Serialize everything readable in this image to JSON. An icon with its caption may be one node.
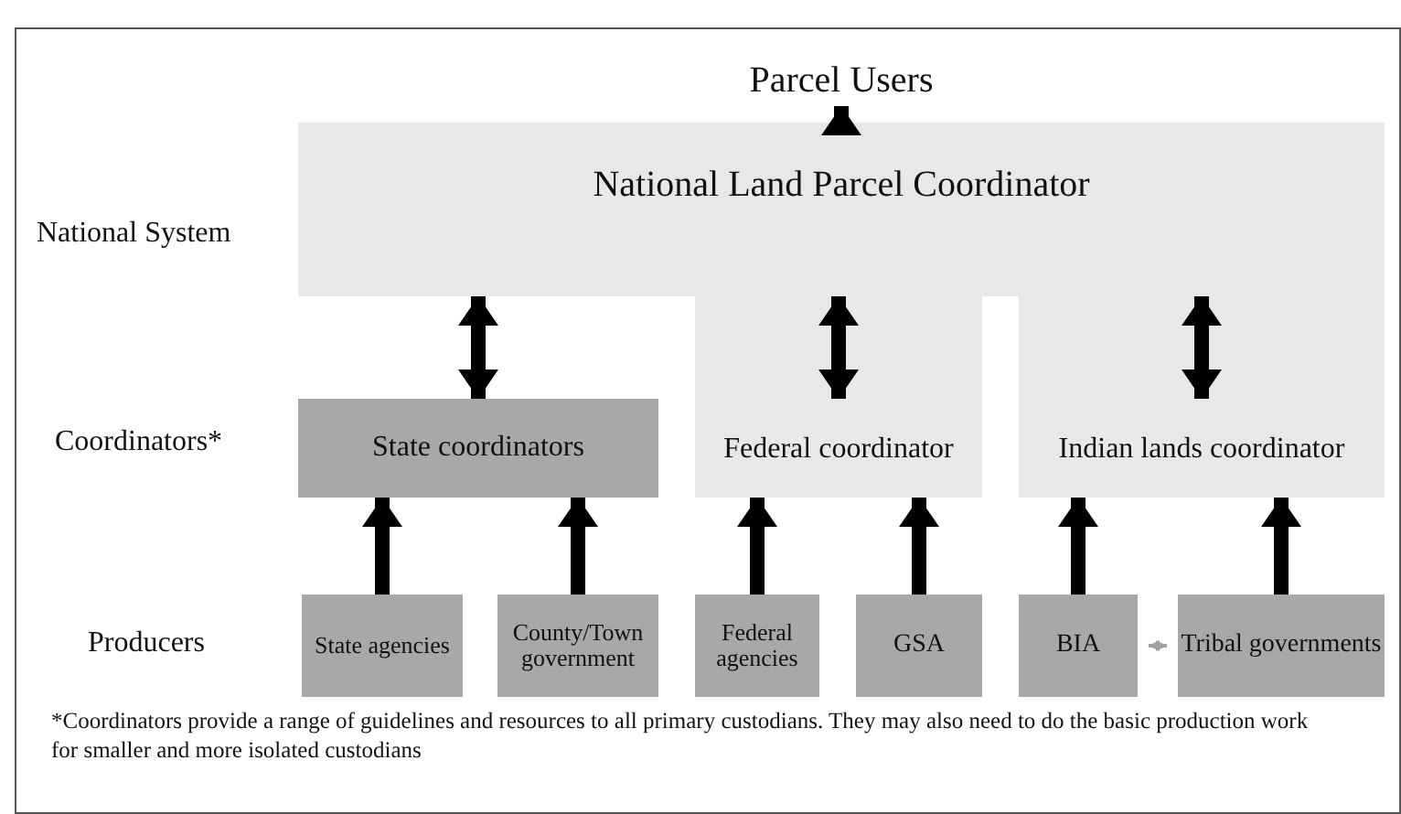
{
  "diagram": {
    "nodes": [
      {
        "text": [
          "Parcel Users"
        ]
      },
      {
        "text": [
          "National Land Parcel Coordinator"
        ]
      },
      {
        "text": [
          "State coordinators"
        ]
      },
      {
        "text": [
          "Federal coordinator"
        ]
      },
      {
        "text": [
          "Indian lands coordinator"
        ]
      },
      {
        "text": [
          "State agencies"
        ]
      },
      {
        "text": [
          "County/Town government"
        ]
      },
      {
        "text": [
          "Federal agencies"
        ]
      },
      {
        "text": [
          "GSA"
        ]
      },
      {
        "text": [
          "BIA"
        ]
      },
      {
        "text": [
          "Tribal governments"
        ]
      }
    ],
    "edges": [
      {
        "from": 1,
        "to": 0,
        "arrow": "to"
      },
      {
        "from": 1,
        "to": 2,
        "arrow": "both"
      },
      {
        "from": 1,
        "to": 3,
        "arrow": "both"
      },
      {
        "from": 1,
        "to": 4,
        "arrow": "both"
      },
      {
        "from": 5,
        "to": 2,
        "arrow": "to"
      },
      {
        "from": 6,
        "to": 2,
        "arrow": "to"
      },
      {
        "from": 7,
        "to": 3,
        "arrow": "to"
      },
      {
        "from": 8,
        "to": 3,
        "arrow": "to"
      },
      {
        "from": 9,
        "to": 4,
        "arrow": "to"
      },
      {
        "from": 10,
        "to": 4,
        "arrow": "to"
      },
      {
        "from": 9,
        "to": 10,
        "arrow": "both",
        "color": "#a0a0a0"
      }
    ],
    "labels": [
      "National System",
      "Coordinators*",
      "Producers",
      "*Coordinators provide a range of guidelines and resources to all primary custodians. They may also need to do the basic production work for smaller and more isolated custodians"
    ]
  }
}
